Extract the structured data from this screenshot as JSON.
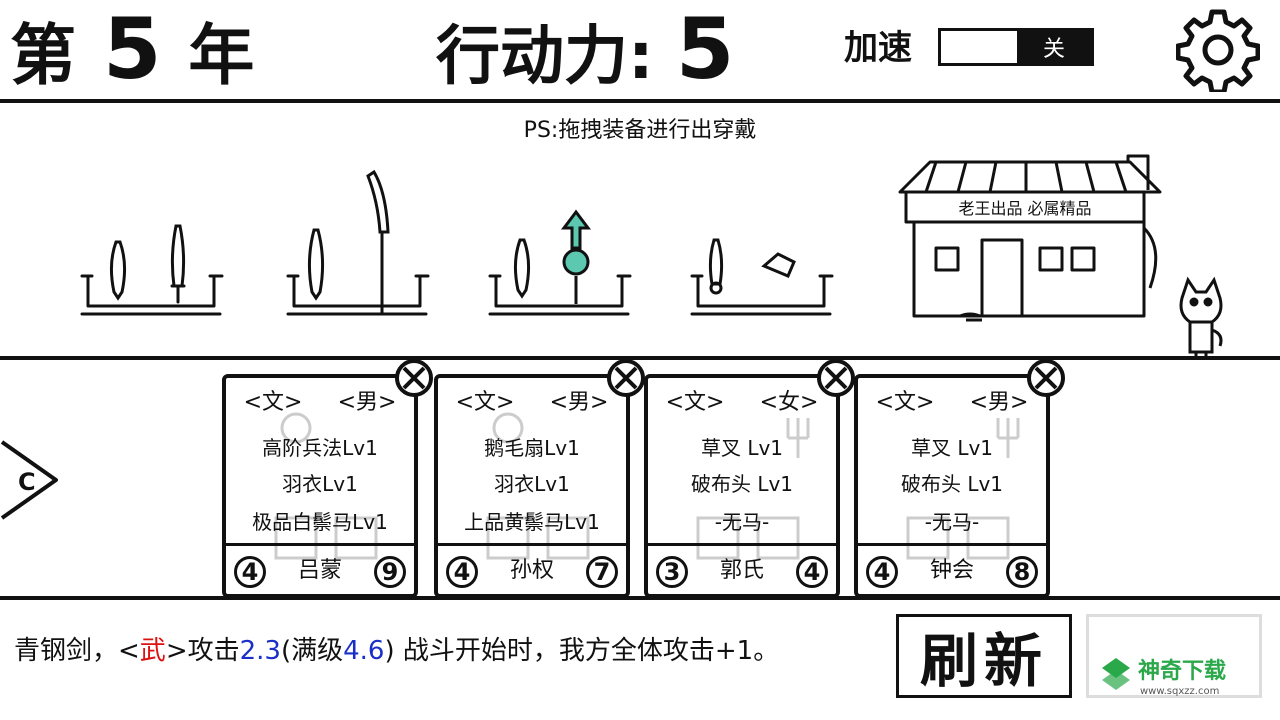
{
  "header": {
    "year_prefix": "第",
    "year_value": "5",
    "year_suffix": "年",
    "ap_label": "行动力:",
    "ap_value": "5",
    "speed_label": "加速",
    "speed_state": "关"
  },
  "hint": "PS:拖拽装备进行出穿戴",
  "shop": {
    "sign": "老王出品 必属精品"
  },
  "cards": [
    {
      "tag_type": "<文>",
      "tag_gender": "<男>",
      "item1": "高阶兵法Lv1",
      "item2": "羽衣Lv1",
      "item3": "极品白鬃马Lv1",
      "left_stat": "4",
      "name": "吕蒙",
      "right_stat": "9"
    },
    {
      "tag_type": "<文>",
      "tag_gender": "<男>",
      "item1": "鹅毛扇Lv1",
      "item2": "羽衣Lv1",
      "item3": "上品黄鬃马Lv1",
      "left_stat": "4",
      "name": "孙权",
      "right_stat": "7"
    },
    {
      "tag_type": "<文>",
      "tag_gender": "<女>",
      "item1": "草叉 Lv1",
      "item2": "破布头 Lv1",
      "item3": "-无马-",
      "left_stat": "3",
      "name": "郭氏",
      "right_stat": "4"
    },
    {
      "tag_type": "<文>",
      "tag_gender": "<男>",
      "item1": "草叉 Lv1",
      "item2": "破布头 Lv1",
      "item3": "-无马-",
      "left_stat": "4",
      "name": "钟会",
      "right_stat": "8"
    }
  ],
  "side_button": {
    "label": "C"
  },
  "description": {
    "p1": "青钢剑，<",
    "p2": "武",
    "p3": ">攻击",
    "p4": "2.3",
    "p5": "(满级",
    "p6": "4.6",
    "p7": ") 战斗开始时，我方全体攻击+1。"
  },
  "refresh_label": "刷新",
  "watermark": {
    "title": "神奇下载",
    "url": "www.sqxzz.com"
  },
  "colors": {
    "ink": "#111111",
    "red": "#dd1111",
    "blue": "#1a2fc8",
    "teal": "#5cc8b0",
    "watermark_green": "#2aa84a"
  }
}
